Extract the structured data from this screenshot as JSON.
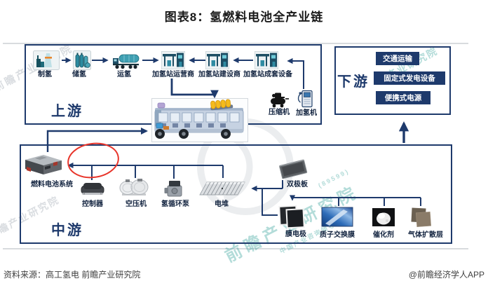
{
  "title": "图表8：氢燃料电池全产业链",
  "upstream": {
    "label": "上游",
    "chain": [
      {
        "name": "制氢",
        "icon": "factory-icon"
      },
      {
        "name": "储氢",
        "icon": "gas-cylinder-icon"
      },
      {
        "name": "运氢",
        "icon": "tanker-truck-icon"
      },
      {
        "name": "加氢站运营商",
        "icon": "fuel-station-icon"
      },
      {
        "name": "加氢站建设商",
        "icon": "fuel-station-icon"
      },
      {
        "name": "加氢站成套设备",
        "icon": "fuel-station-icon"
      }
    ],
    "equipment": [
      {
        "name": "压缩机",
        "icon": "compressor-icon"
      },
      {
        "name": "加氢机",
        "icon": "hydrogen-dispenser-icon"
      }
    ]
  },
  "downstream": {
    "label": "下游",
    "applications": [
      "交通运输",
      "固定式发电设备",
      "便携式电源"
    ]
  },
  "midstream": {
    "label": "中游",
    "system": "燃料电池系统",
    "components": [
      "控制器",
      "空压机",
      "氢循环泵",
      "电堆"
    ],
    "stack_parts": [
      "双极板",
      "膜电极"
    ],
    "mea_parts": [
      "质子交换膜",
      "催化剂",
      "气体扩散层"
    ]
  },
  "footer": {
    "source": "资料来源：高工氢电 前瞻产业研究院",
    "credit": "@前瞻经济学人APP"
  },
  "watermarks": {
    "main": "前瞻产业研究院",
    "short": "产业研究院",
    "tagline": "中国产业咨询领导者",
    "digits": "( 8 9 5 9 9 )"
  },
  "colors": {
    "accent": "#1e3a6c",
    "badge_bg": "#1e3a6c",
    "badge_text": "#ffffff",
    "highlight_red": "#e8342a",
    "icon_teal": "#2f8ca3",
    "tank_yellow": "#f5bb1c"
  }
}
